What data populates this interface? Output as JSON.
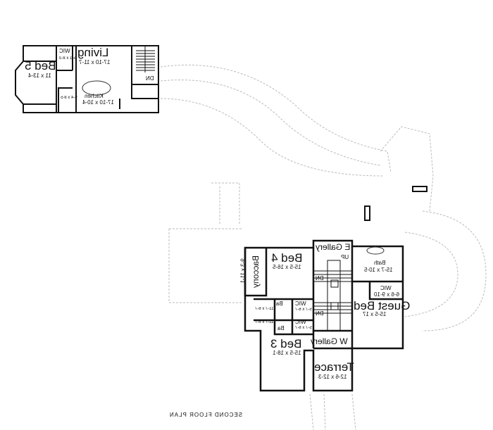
{
  "upper_plan": {
    "rooms": [
      {
        "name": "Living",
        "size": "17-10 x 11-7"
      },
      {
        "name": "WIC",
        "size": "5-1 x 8-3"
      },
      {
        "name": "Bed 5",
        "size": "11 x 13-4"
      },
      {
        "name": "Kitchen",
        "size": "17-10 x 10-4"
      },
      {
        "name": "",
        "size": "5-4 x 8-5"
      }
    ],
    "stair_label": "DN"
  },
  "second_floor": {
    "rooms": [
      {
        "name": "E Gallery",
        "size": ""
      },
      {
        "name": "Bed 4",
        "size": "15-5 x 16-5"
      },
      {
        "name": "Baccony",
        "size": "9-3 x 11-1"
      },
      {
        "name": "Bath",
        "size": "15-7 x 10-5"
      },
      {
        "name": "WIC",
        "size": "6-6 x 9-10"
      },
      {
        "name": "Guest Bed",
        "size": "15-5 x 17"
      },
      {
        "name": "Ba",
        "size": "11-7 x 6-7"
      },
      {
        "name": "WIC",
        "size": "5-7 x 6-7"
      },
      {
        "name": "Ba",
        "size": "11-7 x 6-7"
      },
      {
        "name": "WIC",
        "size": "5-7 x 6-7"
      },
      {
        "name": "Bed 3",
        "size": "15-5 x 18-1"
      },
      {
        "name": "W Gallery",
        "size": ""
      },
      {
        "name": "Terrace",
        "size": "12-6 x 12-3"
      }
    ],
    "stair_labels": [
      "UP",
      "DN",
      "DN"
    ]
  },
  "footer": {
    "title": "SECOND FLOOR PLAN"
  }
}
